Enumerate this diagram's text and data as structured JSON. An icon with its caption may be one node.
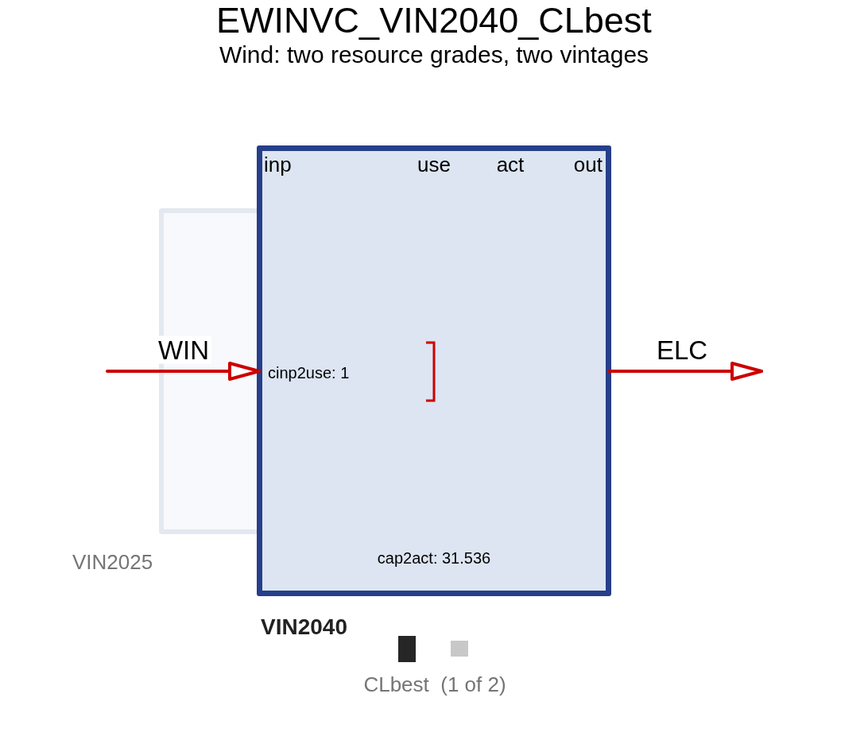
{
  "diagram": {
    "title": "EWINVC_VIN2040_CLbest",
    "caption": "Wind: two resource grades, two vintages",
    "nodes": [
      {
        "text": [
          "VIN2025"
        ]
      },
      {
        "text": [
          "inp",
          "use",
          "act",
          "out",
          "cinp2use: 1",
          "cap2act: 31.536",
          "VIN2040"
        ]
      }
    ],
    "edges": [
      {
        "from": null,
        "to": 1,
        "arrow": "to",
        "label": "WIN"
      },
      {
        "from": 1,
        "to": null,
        "arrow": "to",
        "label": "ELC"
      }
    ],
    "labels": [
      "CLbest  (1 of 2)"
    ]
  }
}
